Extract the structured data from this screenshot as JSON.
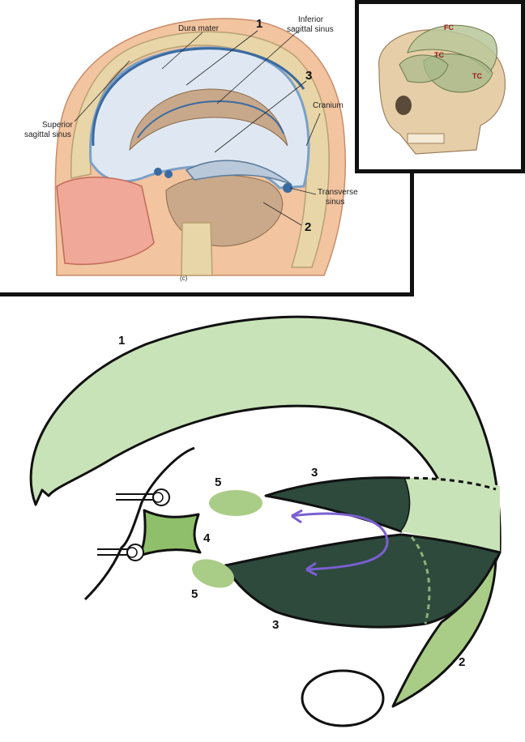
{
  "top_left": {
    "labels": {
      "dura_mater": "Dura mater",
      "superior_sagittal_sinus": [
        "Superior",
        "sagittal sinus"
      ],
      "inferior_sagittal_sinus": [
        "Inferior",
        "sagittal sinus"
      ],
      "cranium": "Cranium",
      "transverse_sinus": [
        "Transverse",
        "sinus"
      ],
      "panel_tag": "(c)"
    },
    "numbers": {
      "n1": "1",
      "n2": "2",
      "n3": "3"
    }
  },
  "top_right": {
    "labels": {
      "fc": "FC",
      "tc_left": "TC",
      "tc_right": "TC"
    },
    "colors": {
      "label": "#a01818"
    }
  },
  "bottom": {
    "numbers": {
      "falx": "1",
      "tentorium_upper": "3",
      "tentorium_lower": "3",
      "falx_cerebelli": "2",
      "diaphragma": "4",
      "clinoid_upper": "5",
      "clinoid_lower": "5"
    },
    "colors": {
      "light_green": "#c9e3b8",
      "dark_green": "#2d4a3c",
      "mid_green": "#8fb07a",
      "arrow": "#7a5fd0"
    }
  }
}
